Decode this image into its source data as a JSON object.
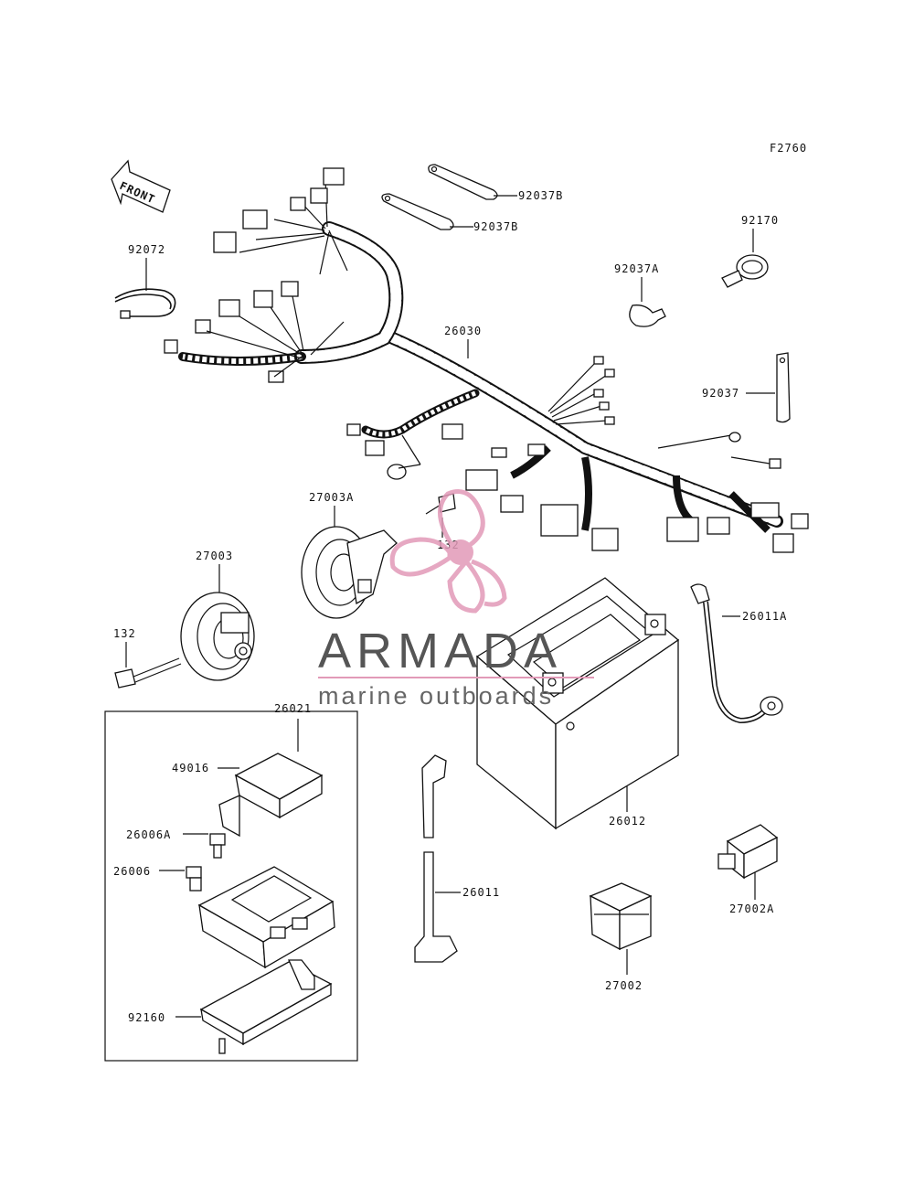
{
  "diagram": {
    "code": "F2760",
    "front_label": "FRONT",
    "callouts": {
      "c92037B_1": "92037B",
      "c92037B_2": "92037B",
      "c92170": "92170",
      "c92037A": "92037A",
      "c92072": "92072",
      "c26030": "26030",
      "c92037": "92037",
      "c27003A": "27003A",
      "c132_a": "132",
      "c27003": "27003",
      "c132_b": "132",
      "c26011A": "26011A",
      "c26021": "26021",
      "c49016": "49016",
      "c26006A": "26006A",
      "c26006": "26006",
      "c92160": "92160",
      "c26012": "26012",
      "c26011": "26011",
      "c27002A": "27002A",
      "c27002": "27002"
    }
  },
  "watermark": {
    "brand": "ARMADA",
    "tagline": "marine outboards",
    "accent_color": "#e29ab8",
    "text_color": "#555555"
  }
}
